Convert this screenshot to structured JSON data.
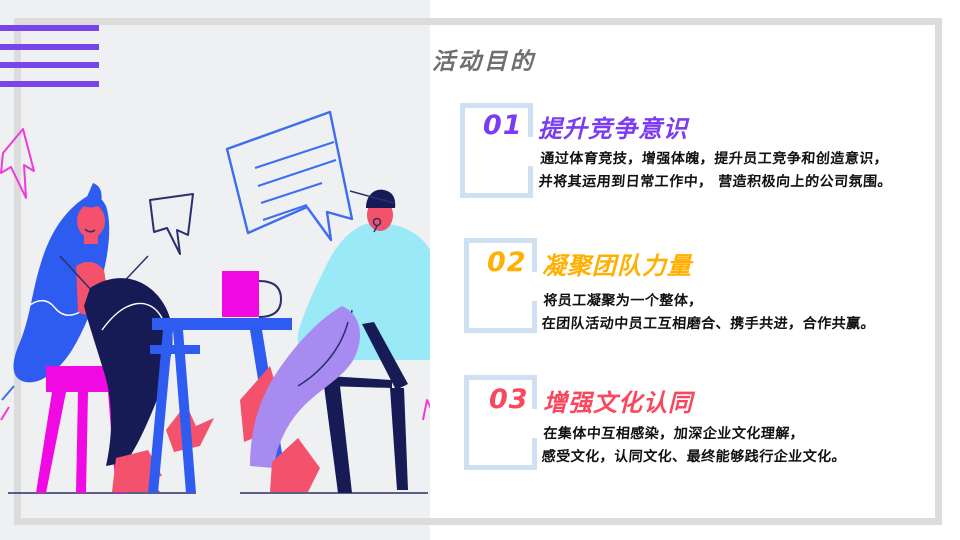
{
  "slide": {
    "title": "活动目的",
    "sections": [
      {
        "number": "01",
        "title": "提升竞争意识",
        "accent": "#7b3cf3",
        "body": "通过体育竞技，增强体魄，提升员工竞争和创造意识，\n并将其运用到日常工作中，  营造积极向上的公司氛围。"
      },
      {
        "number": "02",
        "title": "凝聚团队力量",
        "accent": "#ffb002",
        "body": "将员工凝聚为一个整体，\n在团队活动中员工互相磨合、携手共进，合作共赢。"
      },
      {
        "number": "03",
        "title": "增强文化认同",
        "accent": "#f9485d",
        "body": "在集体中互相感染，加深企业文化理解，\n感受文化，认同文化、最终能够践行企业文化。"
      }
    ]
  },
  "illustration": {
    "icons": [
      "speech-bubble-large-icon",
      "speech-bubble-small-icon",
      "flag-arrow-icon",
      "coffee-mug-icon",
      "table-icon",
      "person-left-icon",
      "person-right-icon",
      "chair-magenta-icon",
      "chair-navy-icon",
      "ground-line-icon",
      "stripes-decor-icon"
    ]
  },
  "colors": {
    "bg-left": "#eff0f1",
    "frame-gray": "#dcdcdc",
    "stripe-purple": "#7a45e8",
    "title-gray": "#6f6f6f",
    "square-blue": "#cfe0f2",
    "body-text": "#111111",
    "illu-blue": "#2e5bf0",
    "illu-navy": "#161b55",
    "illu-coral": "#f4516c",
    "illu-magenta": "#f009e2",
    "illu-cyan": "#9ae9f7",
    "illu-violet": "#a88bf0",
    "bubble-blue": "#3e6ef0",
    "outline-navy": "#2a2f6e",
    "magenta-outline": "#ed3bd8"
  }
}
